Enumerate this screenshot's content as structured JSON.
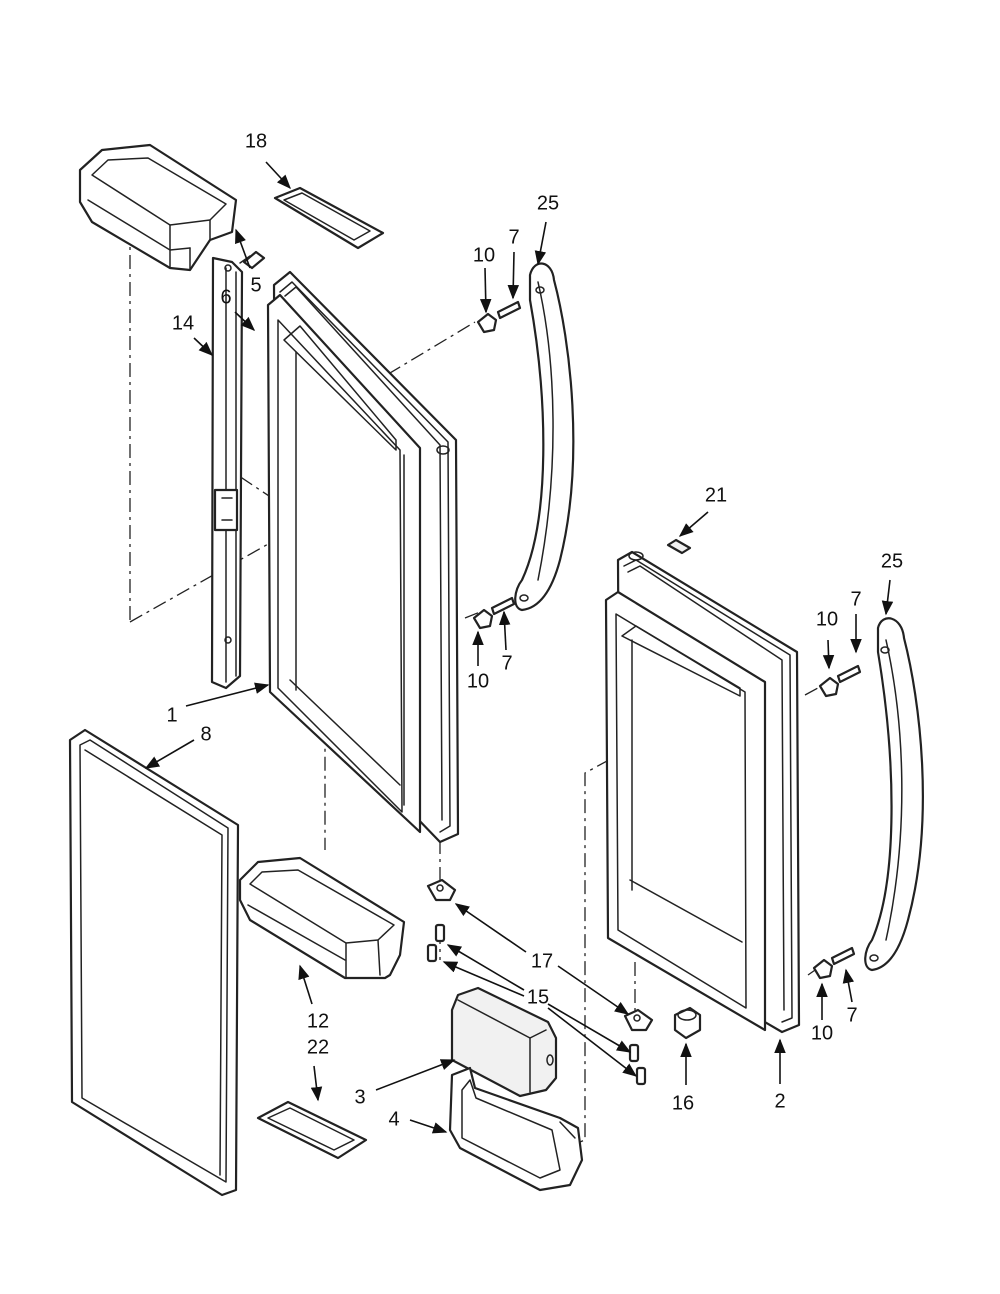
{
  "diagram": {
    "callouts": [
      {
        "id": "c18",
        "text": "18"
      },
      {
        "id": "c25a",
        "text": "25"
      },
      {
        "id": "c10a",
        "text": "10"
      },
      {
        "id": "c7a",
        "text": "7"
      },
      {
        "id": "c5",
        "text": "5"
      },
      {
        "id": "c6",
        "text": "6"
      },
      {
        "id": "c14",
        "text": "14"
      },
      {
        "id": "c21",
        "text": "21"
      },
      {
        "id": "c25b",
        "text": "25"
      },
      {
        "id": "c10b",
        "text": "10"
      },
      {
        "id": "c7b",
        "text": "7"
      },
      {
        "id": "c10c",
        "text": "10"
      },
      {
        "id": "c7c",
        "text": "7"
      },
      {
        "id": "c1",
        "text": "1"
      },
      {
        "id": "c8",
        "text": "8"
      },
      {
        "id": "c17",
        "text": "17"
      },
      {
        "id": "c15",
        "text": "15"
      },
      {
        "id": "c12",
        "text": "12"
      },
      {
        "id": "c22",
        "text": "22"
      },
      {
        "id": "c10d",
        "text": "10"
      },
      {
        "id": "c7d",
        "text": "7"
      },
      {
        "id": "c16",
        "text": "16"
      },
      {
        "id": "c2",
        "text": "2"
      },
      {
        "id": "c3",
        "text": "3"
      },
      {
        "id": "c4",
        "text": "4"
      }
    ]
  }
}
